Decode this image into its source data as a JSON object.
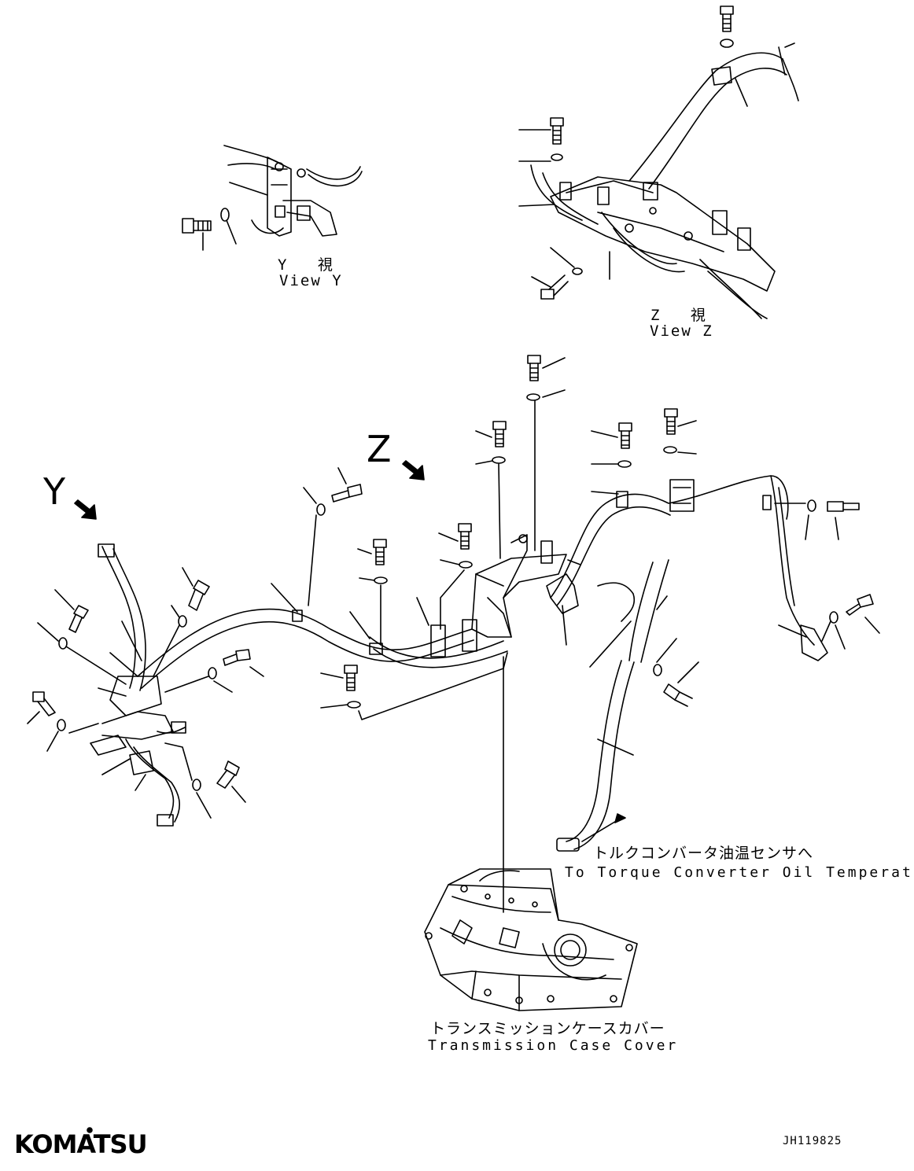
{
  "views": {
    "y": {
      "jp": "Y 視",
      "en": "View Y"
    },
    "z": {
      "jp": "Z 視",
      "en": "View Z"
    }
  },
  "direction_markers": {
    "y": "Y",
    "z": "Z"
  },
  "annotations": {
    "torque_sensor": {
      "jp": "トルクコンバータ油温センサへ",
      "en": "To Torque Converter Oil Temperature Sensor"
    },
    "case_cover": {
      "jp": "トランスミッションケースカバー",
      "en": "Transmission Case Cover"
    }
  },
  "brand": "KOMATSU",
  "document_id": "JH119825"
}
